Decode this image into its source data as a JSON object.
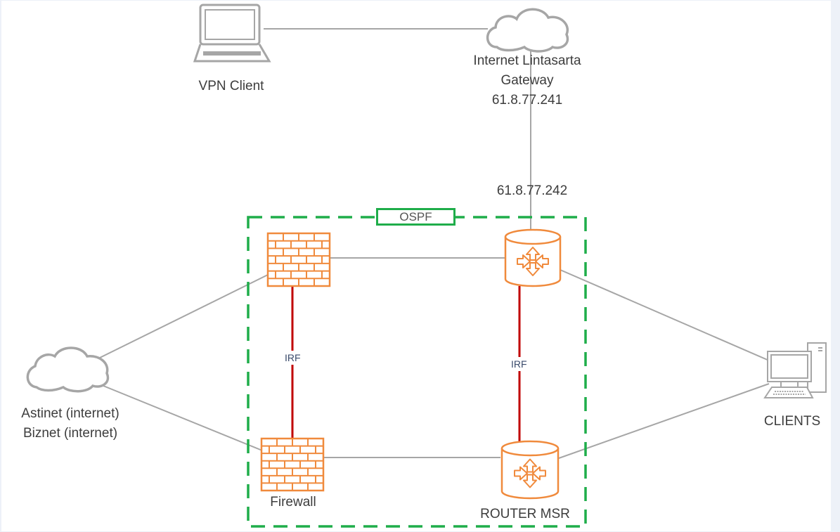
{
  "diagram": {
    "group": {
      "label": "OSPF",
      "color": "#1fad4a"
    },
    "nodes": {
      "vpn_client": {
        "label": "VPN Client",
        "icon": "laptop-icon"
      },
      "gateway": {
        "label_lines": [
          "Internet Lintasarta",
          "Gateway",
          "61.8.77.241"
        ],
        "icon": "cloud-icon"
      },
      "router_top_ip": "61.8.77.242",
      "isp": {
        "label_lines": [
          "Astinet (internet)",
          "Biznet (internet)"
        ],
        "icon": "cloud-icon"
      },
      "clients": {
        "label": "CLIENTS",
        "icon": "desktop-computer-icon"
      },
      "firewall_top": {
        "icon": "firewall-icon"
      },
      "firewall_bottom": {
        "label": "Firewall",
        "icon": "firewall-icon"
      },
      "router_top": {
        "icon": "router-icon"
      },
      "router_bottom": {
        "label": "ROUTER MSR",
        "icon": "router-icon"
      }
    },
    "links": {
      "irf_left": "IRF",
      "irf_right": "IRF"
    },
    "colors": {
      "device": "#f08a3c",
      "irf_link": "#c00000",
      "link": "#a6a6a6",
      "text": "#3d3d3d"
    }
  }
}
